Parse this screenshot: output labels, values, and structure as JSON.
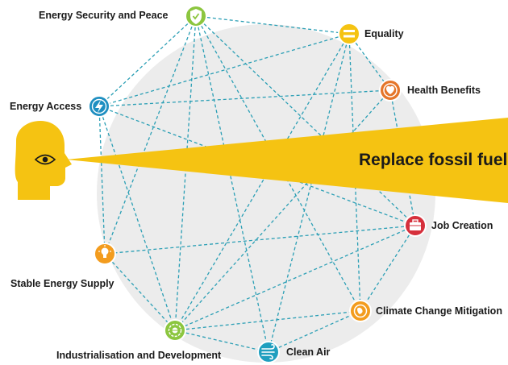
{
  "headline": "Replace fossil fuels",
  "colors": {
    "beam": "#f5c312",
    "circle": "#ececec",
    "edge": "#2b9fb5"
  },
  "viewer_icon": "person-head-eye-icon",
  "nodes": [
    {
      "id": "security",
      "label": "Energy Security and Peace",
      "icon": "shield-check-icon",
      "color": "#8cc63f"
    },
    {
      "id": "equality",
      "label": "Equality",
      "icon": "equals-icon",
      "color": "#f5c312"
    },
    {
      "id": "health",
      "label": "Health Benefits",
      "icon": "heart-pulse-icon",
      "color": "#e5762a"
    },
    {
      "id": "access",
      "label": "Energy Access",
      "icon": "lightning-icon",
      "color": "#1f8fc1"
    },
    {
      "id": "jobs",
      "label": "Job Creation",
      "icon": "briefcase-icon",
      "color": "#d6303c"
    },
    {
      "id": "supply",
      "label": "Stable Energy Supply",
      "icon": "lightbulb-icon",
      "color": "#f39c1e"
    },
    {
      "id": "climate",
      "label": "Climate Change Mitigation",
      "icon": "globe-leaf-icon",
      "color": "#f39c1e"
    },
    {
      "id": "industry",
      "label": "Industrialisation and Development",
      "icon": "gear-globe-icon",
      "color": "#8cc63f"
    },
    {
      "id": "air",
      "label": "Clean Air",
      "icon": "wind-icon",
      "color": "#1f9fbf"
    }
  ]
}
